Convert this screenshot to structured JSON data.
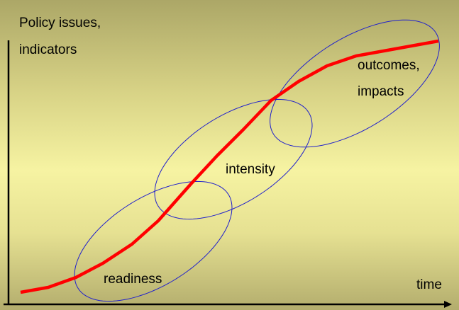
{
  "y_axis_label": [
    "Policy issues,",
    "indicators"
  ],
  "x_axis_label": "time",
  "phases": {
    "readiness": "readiness",
    "intensity": "intensity",
    "outcomes": [
      "outcomes,",
      "impacts"
    ]
  },
  "colors": {
    "curve": "#ff0000",
    "ellipses": "#2020cc",
    "axes": "#000000"
  }
}
